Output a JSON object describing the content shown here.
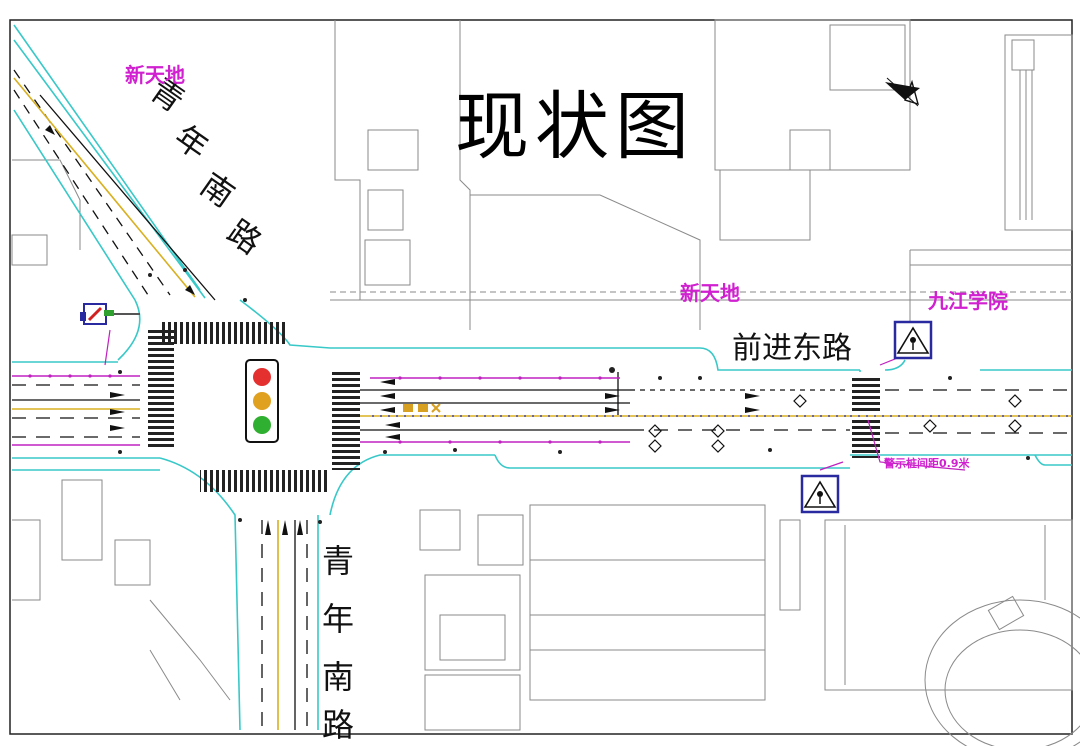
{
  "map": {
    "title": "现状图",
    "roads": {
      "qingnian_south": "青年南路",
      "qianjin_east": "前进东路"
    },
    "places": {
      "xintiandi_1": "新天地",
      "xintiandi_2": "新天地",
      "jiujiang_college": "九江学院"
    },
    "annotations": {
      "bollard_spacing": "警示桩间距0.9米"
    },
    "colors": {
      "curb_line": "#38c8c8",
      "lane_marking": "#111111",
      "centerline_yellow": "#d8b020",
      "bollard_line": "#c020c0",
      "label_magenta": "#d020d0",
      "building_outline": "#8a8a8a",
      "sign_blue": "#2a2aa0"
    },
    "icons": [
      "traffic-light-icon",
      "pedestrian-warning-sign-icon",
      "direction-sign-icon",
      "north-arrow-icon"
    ]
  }
}
